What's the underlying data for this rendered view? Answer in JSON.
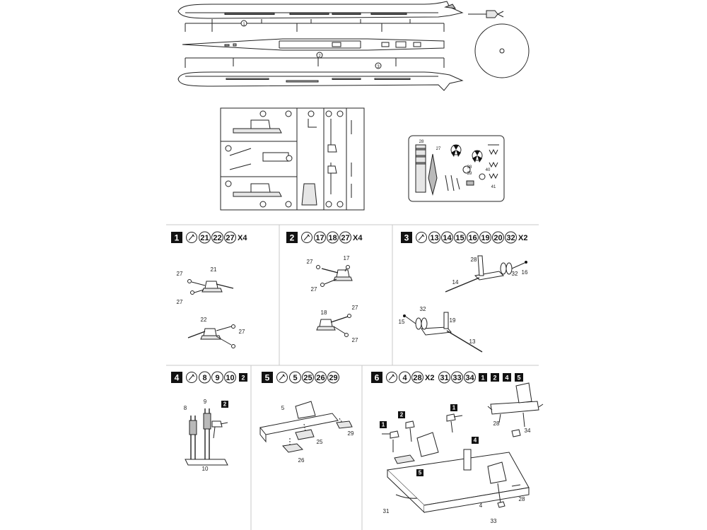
{
  "sprue": {
    "runner_tabs": [
      "1",
      "2",
      "3"
    ],
    "photo_etch_numbers": [
      "28",
      "27",
      "38",
      "39",
      "40",
      "41"
    ]
  },
  "steps": [
    {
      "number": "1",
      "header": [
        {
          "type": "circle",
          "label": "21"
        },
        {
          "type": "circle",
          "label": "22"
        },
        {
          "type": "circle",
          "label": "27"
        },
        {
          "type": "text",
          "label": "X4"
        }
      ],
      "callouts": [
        "27",
        "21",
        "27",
        "22",
        "27"
      ]
    },
    {
      "number": "2",
      "header": [
        {
          "type": "circle",
          "label": "17"
        },
        {
          "type": "circle",
          "label": "18"
        },
        {
          "type": "circle",
          "label": "27"
        },
        {
          "type": "text",
          "label": "X4"
        }
      ],
      "callouts": [
        "27",
        "17",
        "27",
        "18",
        "27",
        "27"
      ]
    },
    {
      "number": "3",
      "header": [
        {
          "type": "circle",
          "label": "13"
        },
        {
          "type": "circle",
          "label": "14"
        },
        {
          "type": "circle",
          "label": "15"
        },
        {
          "type": "circle",
          "label": "16"
        },
        {
          "type": "circle",
          "label": "19"
        },
        {
          "type": "circle",
          "label": "20"
        },
        {
          "type": "circle",
          "label": "32"
        },
        {
          "type": "text",
          "label": "X2"
        }
      ],
      "callouts": [
        "28",
        "16",
        "32",
        "14",
        "32",
        "19",
        "15",
        "13"
      ]
    },
    {
      "number": "4",
      "header": [
        {
          "type": "circle",
          "label": "8"
        },
        {
          "type": "circle",
          "label": "9"
        },
        {
          "type": "circle",
          "label": "10"
        },
        {
          "type": "square",
          "label": "2"
        }
      ],
      "callouts": [
        "8",
        "9",
        "2",
        "10"
      ]
    },
    {
      "number": "5",
      "header": [
        {
          "type": "circle",
          "label": "5"
        },
        {
          "type": "circle",
          "label": "25"
        },
        {
          "type": "circle",
          "label": "26"
        },
        {
          "type": "circle",
          "label": "29"
        }
      ],
      "callouts": [
        "5",
        "29",
        "25",
        "26"
      ]
    },
    {
      "number": "6",
      "header": [
        {
          "type": "circle",
          "label": "4"
        },
        {
          "type": "circle",
          "label": "28"
        },
        {
          "type": "text",
          "label": "X2"
        },
        {
          "type": "circle",
          "label": "31"
        },
        {
          "type": "circle",
          "label": "33"
        },
        {
          "type": "circle",
          "label": "34"
        },
        {
          "type": "square",
          "label": "1"
        },
        {
          "type": "square",
          "label": "2"
        },
        {
          "type": "square",
          "label": "4"
        },
        {
          "type": "square",
          "label": "5"
        }
      ],
      "callouts": [
        "1",
        "2",
        "1",
        "4",
        "5",
        "28",
        "34",
        "4",
        "28",
        "33",
        "31"
      ]
    }
  ]
}
